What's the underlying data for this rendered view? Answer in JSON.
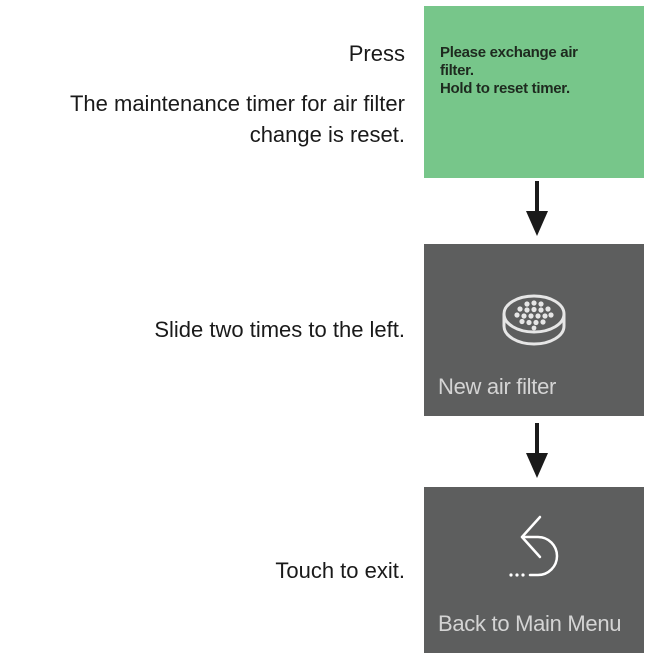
{
  "instructions": {
    "step1_press": "Press",
    "step1_result_line1": "The maintenance timer for air filter",
    "step1_result_line2": "change is reset.",
    "step2": "Slide two times to the left.",
    "step3": "Touch to exit."
  },
  "screens": {
    "alert": {
      "line1": "Please exchange air",
      "line2": "filter.",
      "line3": "Hold to reset timer.",
      "color": "#77c68a"
    },
    "new_filter": {
      "label": "New air filter",
      "icon": "air-filter-icon",
      "color": "#5d5e5e"
    },
    "back": {
      "label": "Back to Main Menu",
      "icon": "back-arrow-icon",
      "color": "#5d5e5e"
    }
  }
}
